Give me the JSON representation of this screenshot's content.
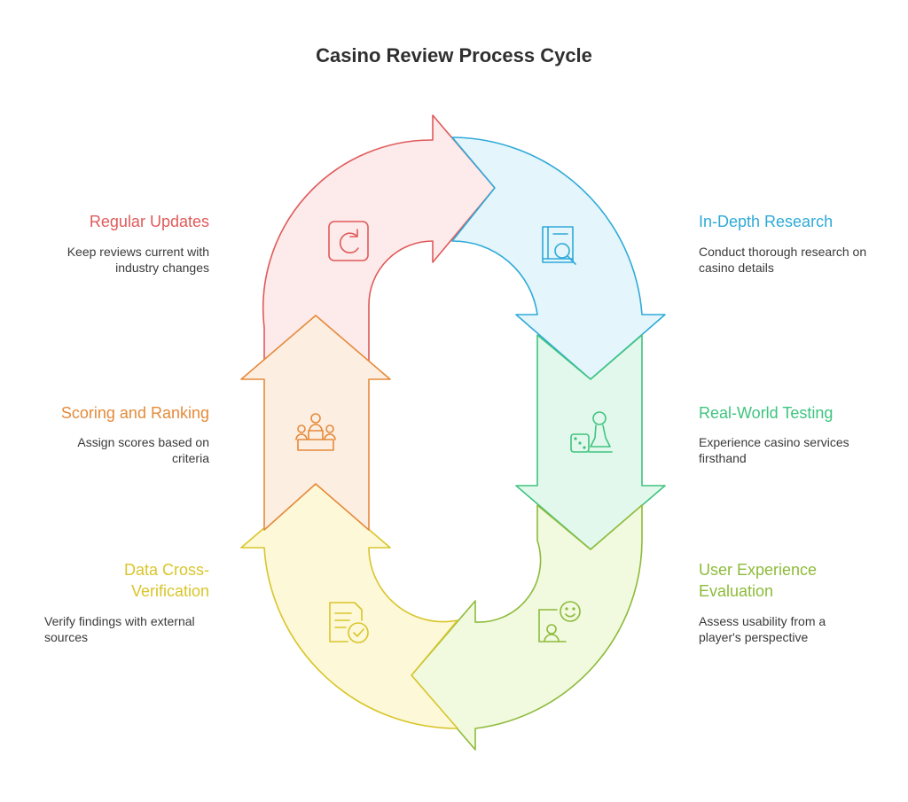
{
  "title": "Casino Review Process Cycle",
  "colors": {
    "red": "#e05a5a",
    "blue": "#2eaad8",
    "green": "#3ec47f",
    "lime": "#8dbb3a",
    "yellow": "#d9c52a",
    "orange": "#e58a3a"
  },
  "steps": [
    {
      "title": "In-Depth Research",
      "description": "Conduct thorough research on casino details",
      "icon": "book-search-icon",
      "color": "blue"
    },
    {
      "title": "Real-World Testing",
      "description": "Experience casino services firsthand",
      "icon": "dice-pawn-icon",
      "color": "green"
    },
    {
      "title": "User Experience Evaluation",
      "description": "Assess usability from a player's perspective",
      "icon": "user-feedback-icon",
      "color": "lime"
    },
    {
      "title": "Data Cross-Verification",
      "description": "Verify findings with external sources",
      "icon": "document-check-icon",
      "color": "yellow"
    },
    {
      "title": "Scoring and Ranking",
      "description": "Assign scores based on criteria",
      "icon": "podium-icon",
      "color": "orange"
    },
    {
      "title": "Regular Updates",
      "description": "Keep reviews current with industry changes",
      "icon": "refresh-icon",
      "color": "red"
    }
  ]
}
